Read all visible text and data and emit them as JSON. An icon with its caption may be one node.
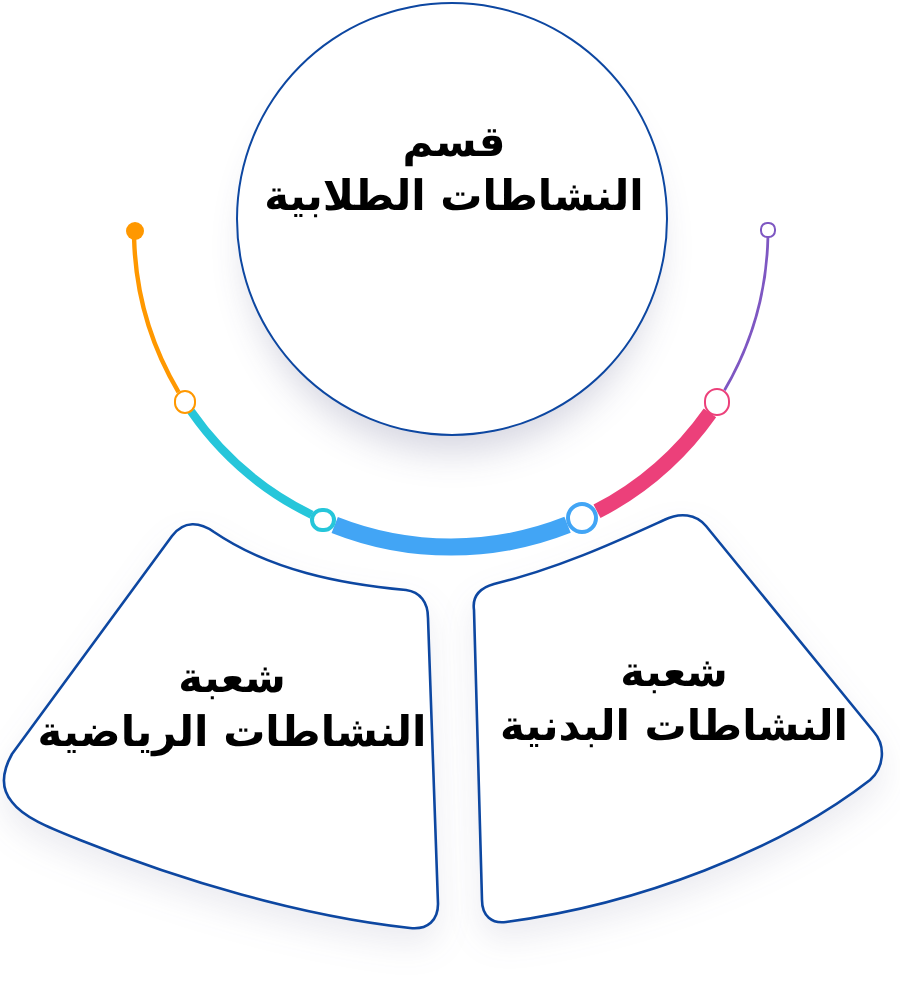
{
  "diagram": {
    "nodes": [
      {
        "text": [
          "قسم النشاطات الطلابية"
        ]
      },
      {
        "text": [
          "شعبة النشاطات البدنية"
        ]
      },
      {
        "text": [
          "شعبة النشاطات الرياضية"
        ]
      },
      {
        "text": [],
        "shape": "circle"
      },
      {
        "text": [],
        "shape": "circle"
      },
      {
        "text": [],
        "shape": "circle"
      },
      {
        "text": [],
        "shape": "circle"
      },
      {
        "text": [],
        "shape": "circle"
      },
      {
        "text": [],
        "shape": "circle"
      }
    ],
    "edges": [
      {
        "from": 3,
        "to": 4,
        "arrow": "none",
        "color": "#ff9800"
      },
      {
        "from": 4,
        "to": 5,
        "arrow": "none",
        "color": "#26c6da"
      },
      {
        "from": 5,
        "to": 6,
        "arrow": "none",
        "style": "thick",
        "color": "#42a5f5"
      },
      {
        "from": 6,
        "to": 7,
        "arrow": "none",
        "style": "thick",
        "color": "#ec407a"
      },
      {
        "from": 7,
        "to": 8,
        "arrow": "none",
        "color": "#7e57c2"
      }
    ]
  }
}
